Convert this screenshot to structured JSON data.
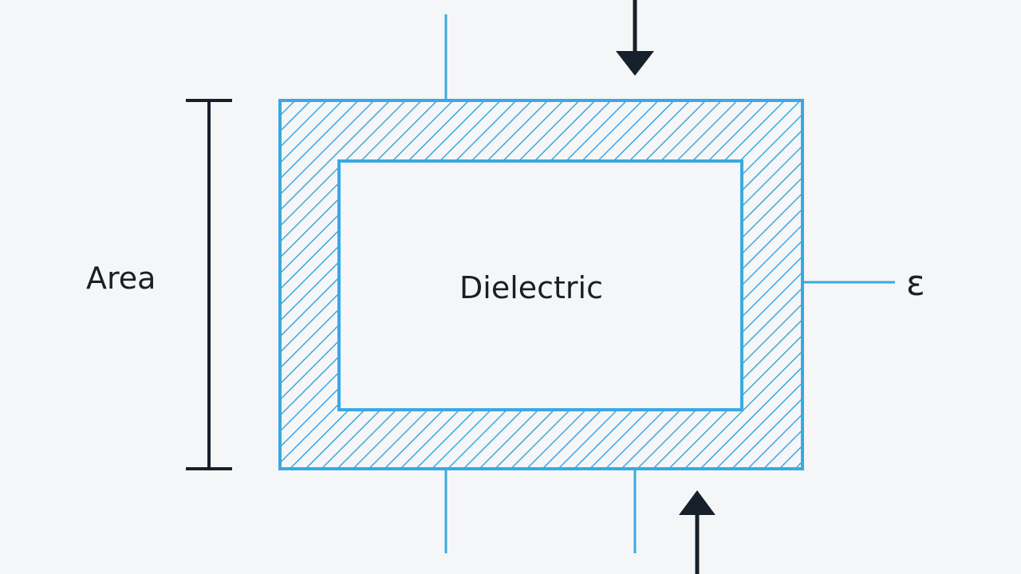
{
  "labels": {
    "area": "Area",
    "dielectric": "Dielectric",
    "epsilon": "ε"
  },
  "colors": {
    "background": "#f5f6f7",
    "accent_blue": "#3aa9e0",
    "ink": "#17202a"
  }
}
